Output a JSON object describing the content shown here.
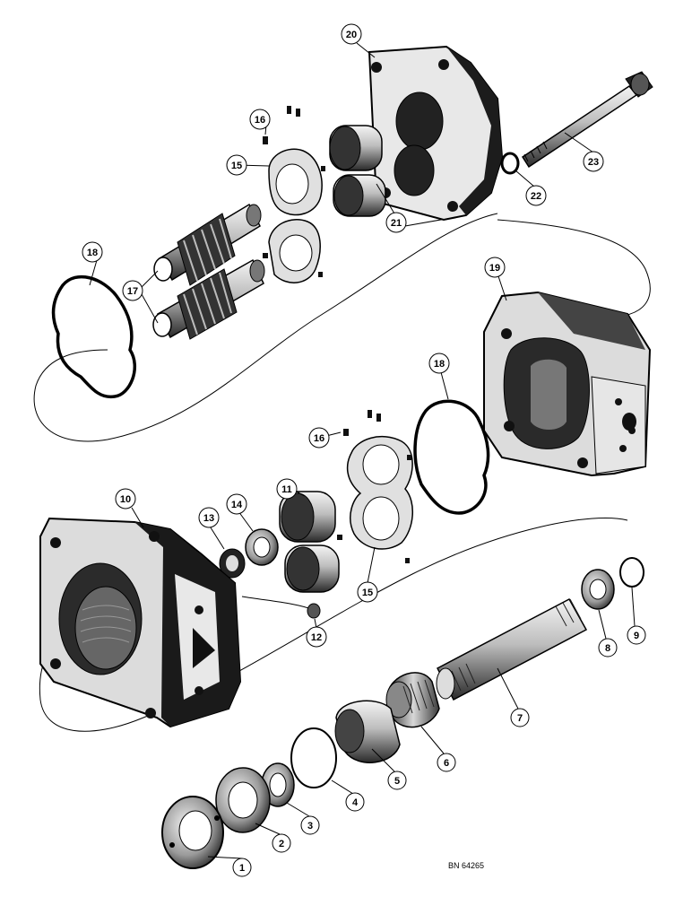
{
  "diagram": {
    "reference_code": "BN 64265",
    "callouts": [
      "1",
      "2",
      "3",
      "4",
      "5",
      "6",
      "7",
      "8",
      "9",
      "10",
      "11",
      "12",
      "13",
      "14",
      "15",
      "15",
      "16",
      "16",
      "17",
      "18",
      "18",
      "19",
      "20",
      "21",
      "22",
      "23"
    ]
  }
}
